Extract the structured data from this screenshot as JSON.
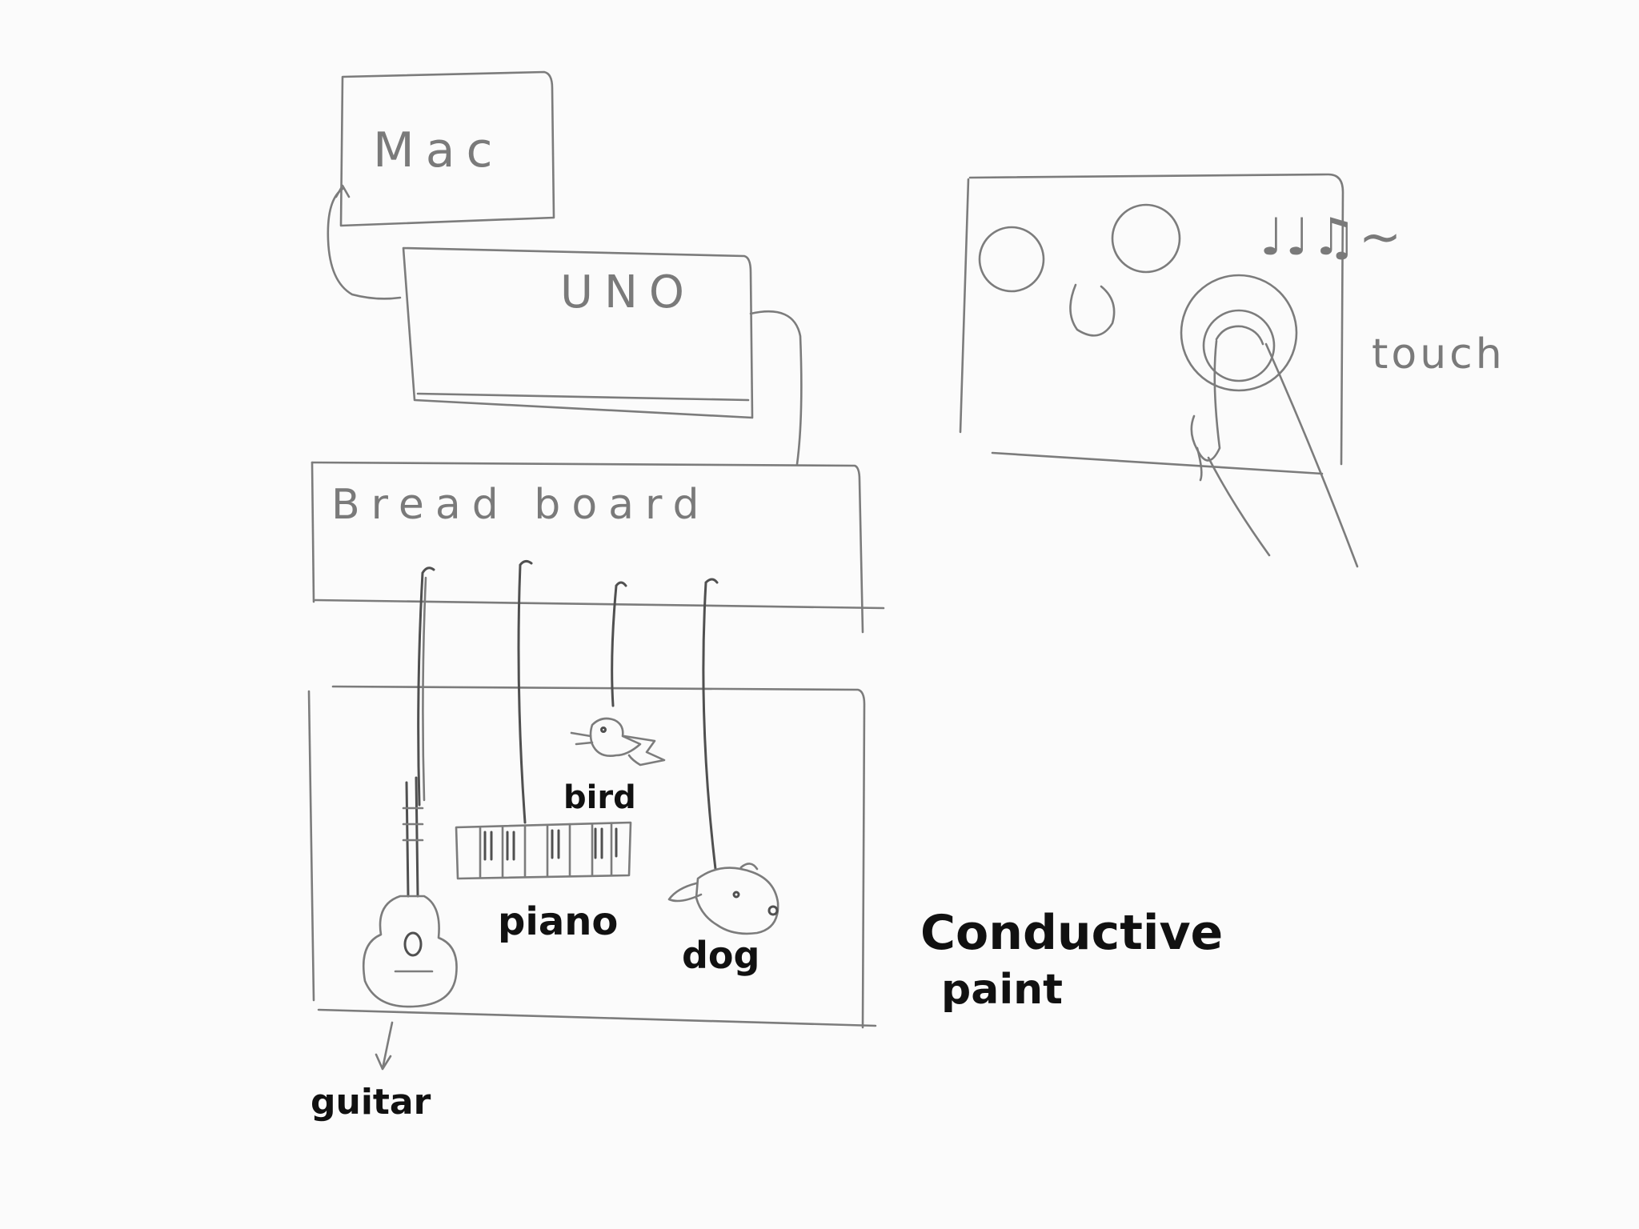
{
  "labels": {
    "mac": "Mac",
    "uno": "UNO",
    "breadboard": "Bread board",
    "touch": "touch",
    "music": "♩♩♫~",
    "bird": "bird",
    "piano": "piano",
    "dog": "dog",
    "guitar": "guitar",
    "conductive_line1": "Conductive",
    "conductive_line2": "paint"
  },
  "colors": {
    "paper": "#fbfbfb",
    "pencil": "#7c7c7c",
    "ink": "#111111"
  },
  "icons": [
    "guitar-icon",
    "piano-keys-icon",
    "bird-icon",
    "dog-icon",
    "hand-icon",
    "music-notes-icon"
  ]
}
